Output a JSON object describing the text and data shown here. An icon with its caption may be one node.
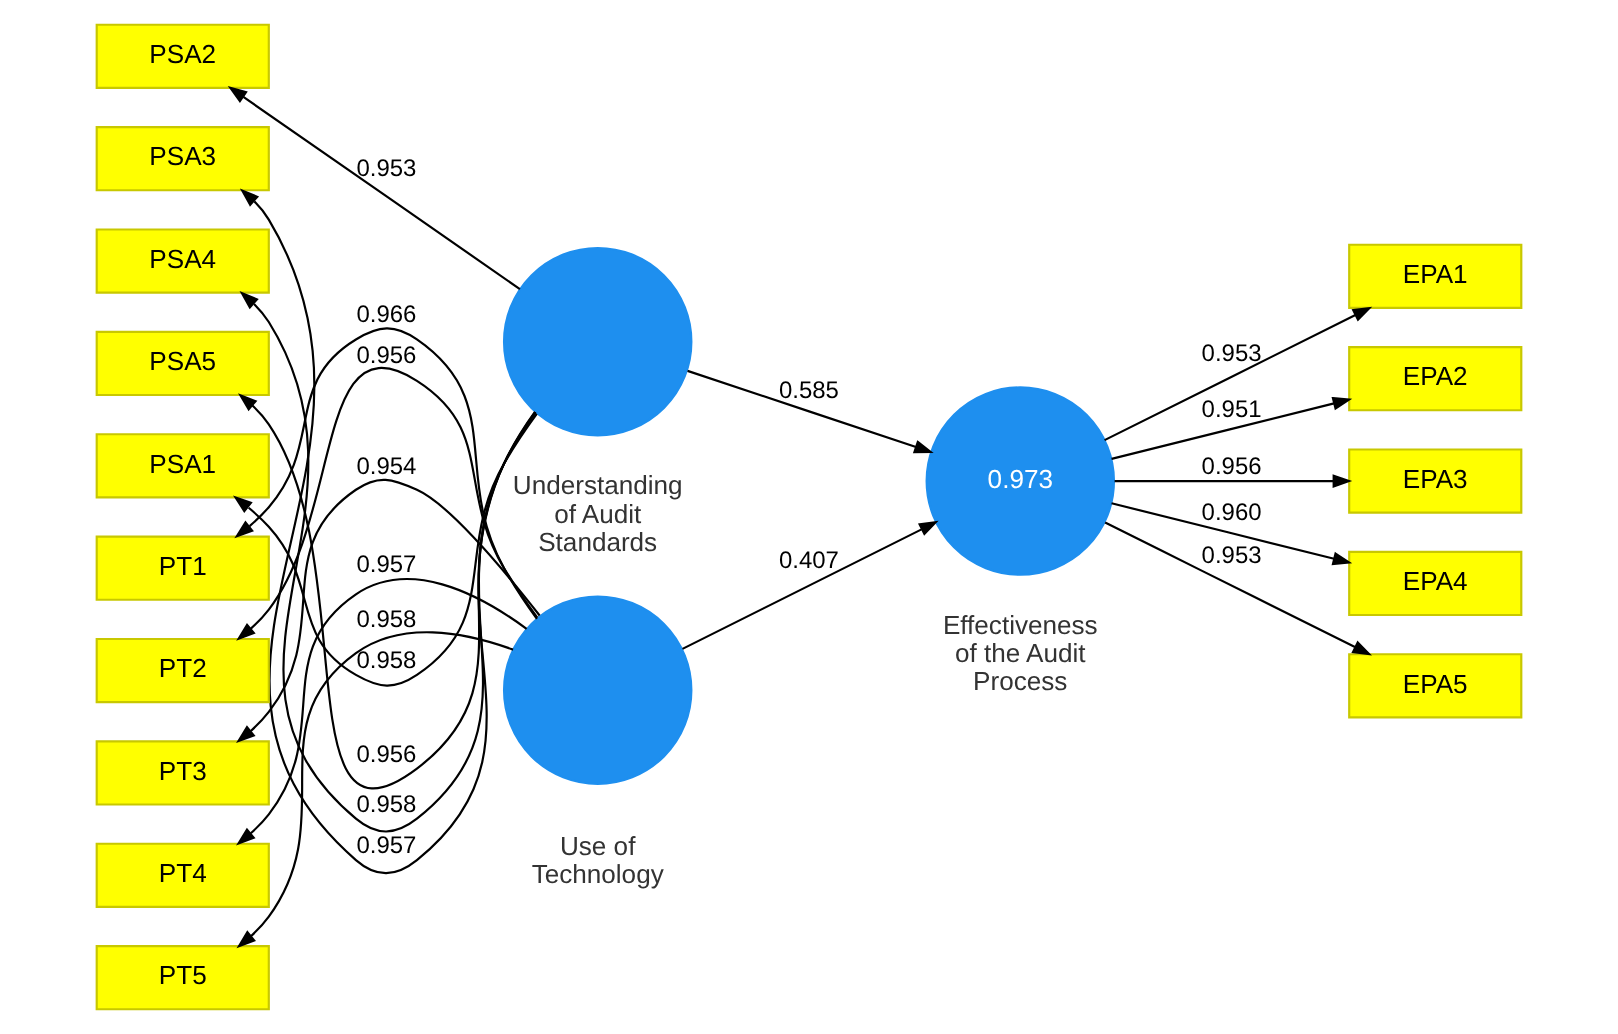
{
  "diagram": {
    "nodes": [
      {
        "text": [
          "PSA2"
        ]
      },
      {
        "text": [
          "PSA3"
        ]
      },
      {
        "text": [
          "PSA4"
        ]
      },
      {
        "text": [
          "PSA5"
        ]
      },
      {
        "text": [
          "PSA1"
        ]
      },
      {
        "text": [],
        "shape": "circle",
        "beside": [
          "Understanding of Audit Standards"
        ]
      },
      {
        "text": [
          "EPA1"
        ]
      },
      {
        "text": [
          "EPA2"
        ]
      },
      {
        "text": [
          "EPA3"
        ]
      },
      {
        "text": [
          "EPA4"
        ]
      },
      {
        "text": [
          "EPA5"
        ]
      },
      {
        "text": [
          "0.973"
        ],
        "beside": [
          "Effectiveness of the Audit Process"
        ]
      },
      {
        "text": [
          "PT1"
        ]
      },
      {
        "text": [
          "PT2"
        ]
      },
      {
        "text": [
          "PT3"
        ]
      },
      {
        "text": [
          "PT4"
        ]
      },
      {
        "text": [
          "PT5"
        ]
      },
      {
        "text": [],
        "shape": "circle",
        "beside": [
          "Use of Technology"
        ]
      }
    ],
    "edges": [
      {
        "from": 5,
        "to": 0,
        "arrow": "to",
        "label": "0.953"
      },
      {
        "from": 5,
        "to": 1,
        "arrow": "to",
        "label": "0.957"
      },
      {
        "from": 5,
        "to": 2,
        "arrow": "to",
        "label": "0.958"
      },
      {
        "from": 5,
        "to": 3,
        "arrow": "to",
        "label": "0.956"
      },
      {
        "from": 5,
        "to": 4,
        "arrow": "to",
        "label": "0.958"
      },
      {
        "from": 5,
        "to": 11,
        "arrow": "to",
        "label": "0.585"
      },
      {
        "from": 17,
        "to": 11,
        "arrow": "to",
        "label": "0.407"
      },
      {
        "from": 11,
        "to": 6,
        "arrow": "to",
        "label": "0.953"
      },
      {
        "from": 11,
        "to": 7,
        "arrow": "to",
        "label": "0.951"
      },
      {
        "from": 11,
        "to": 8,
        "arrow": "to",
        "label": "0.956"
      },
      {
        "from": 11,
        "to": 9,
        "arrow": "to",
        "label": "0.960"
      },
      {
        "from": 11,
        "to": 10,
        "arrow": "to",
        "label": "0.953"
      },
      {
        "from": 17,
        "to": 12,
        "arrow": "to",
        "label": "0.966"
      },
      {
        "from": 17,
        "to": 13,
        "arrow": "to",
        "label": "0.956"
      },
      {
        "from": 17,
        "to": 14,
        "arrow": "to",
        "label": "0.954"
      },
      {
        "from": 17,
        "to": 15,
        "arrow": "to",
        "label": "0.957"
      },
      {
        "from": 17,
        "to": 16,
        "arrow": "to",
        "label": "0.958"
      }
    ]
  }
}
